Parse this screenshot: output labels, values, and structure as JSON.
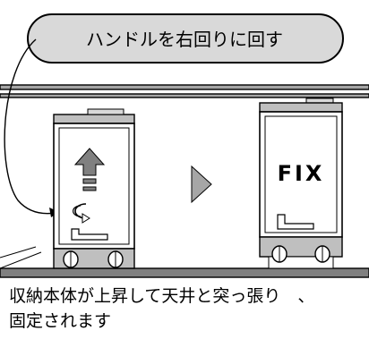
{
  "bubble": {
    "text": "ハンドルを右回りに回す"
  },
  "after_label": "FIX",
  "caption": {
    "line1": "収納本体が上昇して天井と突っ張り　、",
    "line2": "固定されます"
  },
  "colors": {
    "stroke": "#000000",
    "fill_light": "#d9d9d9",
    "fill_mid": "#a6a6a6",
    "fill_dark": "#808080",
    "fill_gray": "#bfbfbf"
  },
  "icons": {
    "up_arrow": "up-arrow-icon",
    "rotate": "rotate-clockwise-icon",
    "next": "play-triangle-icon"
  }
}
